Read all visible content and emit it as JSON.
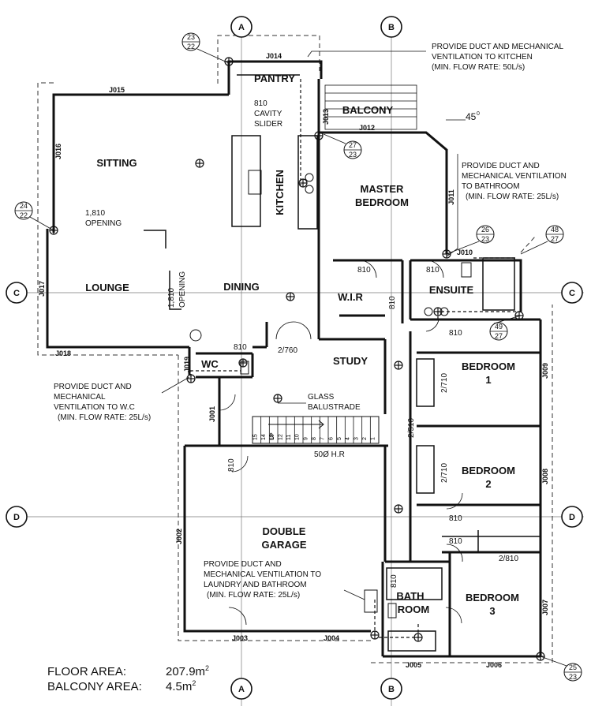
{
  "grid": {
    "top": [
      "A",
      "B"
    ],
    "bottom": [
      "A",
      "B"
    ],
    "left": [
      "C",
      "D"
    ],
    "right": [
      "C",
      "D"
    ]
  },
  "rooms": {
    "pantry": "PANTRY",
    "balcony": "BALCONY",
    "sitting": "SITTING",
    "kitchen": "KITCHEN",
    "master1": "MASTER",
    "master2": "BEDROOM",
    "lounge": "LOUNGE",
    "dining": "DINING",
    "wir": "W.I.R",
    "ensuite": "ENSUITE",
    "study": "STUDY",
    "wc": "WC",
    "bed1a": "BEDROOM",
    "bed1b": "1",
    "bed2a": "BEDROOM",
    "bed2b": "2",
    "garage1": "DOUBLE",
    "garage2": "GARAGE",
    "bath1": "BATH",
    "bath2": "ROOM",
    "bed3a": "BEDROOM",
    "bed3b": "3"
  },
  "joinery": {
    "j014": "J014",
    "j015": "J015",
    "j013": "J013",
    "j012": "J012",
    "j016": "J016",
    "j011": "J011",
    "j010": "J010",
    "j017": "J017",
    "j018": "J018",
    "j019": "J019",
    "j009": "J009",
    "j001": "J001",
    "j008": "J008",
    "j002": "J002",
    "j007": "J007",
    "j003": "J003",
    "j004": "J004",
    "j005": "J005",
    "j006": "J006"
  },
  "bubbles": {
    "b1": [
      "23",
      "22"
    ],
    "b2": [
      "27",
      "23"
    ],
    "b3": [
      "24",
      "22"
    ],
    "b4": [
      "26",
      "23"
    ],
    "b5": [
      "48",
      "27"
    ],
    "b6": [
      "49",
      "27"
    ],
    "b7": [
      "25",
      "23"
    ]
  },
  "labels": {
    "slider1": "810",
    "slider2": "CAVITY",
    "slider3": "SLIDER",
    "opening_w1": "1,810",
    "opening_w2": "OPENING",
    "opening_v1": "1,810",
    "opening_v2": "OPENING",
    "angle": "45",
    "angle_sup": "0",
    "d_wir": "810",
    "d_ens": "810",
    "d_wir2": "810",
    "d_ens2": "810",
    "d_wc": "810",
    "d_dining": "2/760",
    "d_bed1": "2/710",
    "d_hall": "2/510",
    "d_bed2": "2/710",
    "d_garage": "810",
    "d_bed2b": "810",
    "d_bath_top": "810",
    "d_bed3": "2/810",
    "d_bath": "810",
    "glass1": "GLASS",
    "glass2": "BALUSTRADE",
    "hr": "50Ø H.R",
    "stairs": [
      "15",
      "14",
      "13",
      "12",
      "11",
      "10",
      "9",
      "8",
      "7",
      "6",
      "5",
      "4",
      "3",
      "2",
      "1"
    ],
    "up": "UP"
  },
  "notes": {
    "kitchen": [
      "PROVIDE DUCT AND MECHANICAL",
      "VENTILATION TO KITCHEN",
      "(MIN. FLOW RATE: 50L/s)"
    ],
    "bathroom": [
      "PROVIDE DUCT AND",
      "MECHANICAL VENTILATION",
      "TO BATHROOM",
      "(MIN. FLOW RATE: 25L/s)"
    ],
    "wc": [
      "PROVIDE DUCT AND",
      "MECHANICAL",
      "VENTILATION TO W.C",
      "(MIN. FLOW RATE: 25L/s)"
    ],
    "laundry": [
      "PROVIDE DUCT AND",
      "MECHANICAL VENTILATION TO",
      "LAUNDRY AND BATHROOM",
      "(MIN. FLOW RATE: 25L/s)"
    ]
  },
  "areas": {
    "floor_label": "FLOOR AREA:",
    "floor_value": "207.9m",
    "floor_sup": "2",
    "balcony_label": "BALCONY AREA:",
    "balcony_value": "4.5m",
    "balcony_sup": "2"
  }
}
